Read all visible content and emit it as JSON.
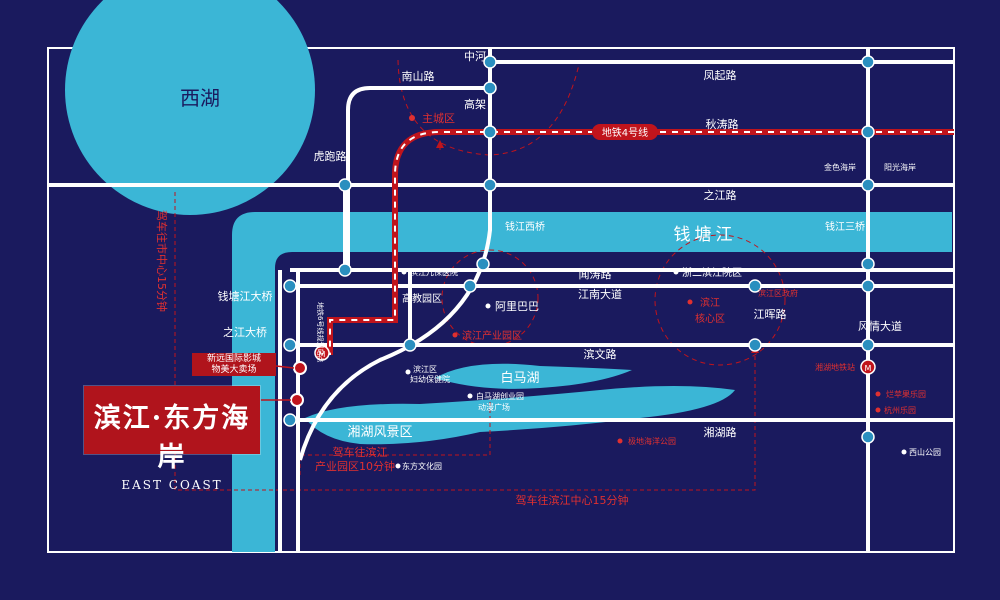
{
  "map": {
    "lake_west": "西湖",
    "river": "钱塘江",
    "lake_baima": "白马湖",
    "scenic_xianghu": "湘湖风景区"
  },
  "roads": {
    "nanshan": "南山路",
    "zhonghe_gaojia_1": "中河",
    "zhonghe_gaojia_2": "高架",
    "fengqi": "凤起路",
    "qiutao": "秋涛路",
    "hupao": "虎跑路",
    "zhijiang_north": "之江路",
    "qianjiang_west_bridge": "钱江西桥",
    "qianjiang_third_bridge": "钱江三桥",
    "wentao": "闻涛路",
    "jiangnan": "江南大道",
    "qiantang_bridge": "钱塘江大桥",
    "zhijiang_bridge": "之江大桥",
    "binwen": "滨文路",
    "jianghui": "江晖路",
    "fengqing": "风情大道",
    "xianghu_road": "湘湖路"
  },
  "metro": {
    "line4": "地铁4号线",
    "station_plan": "地铁6号线规划站点",
    "xianghu_station": "湘湖地铁站"
  },
  "poi": {
    "zhucheng": "主城区",
    "jinsehaian": "金色海岸",
    "yangguanghaian": "阳光海岸",
    "children_hospital": "滨江儿保医院",
    "zheer": "浙二滨江院区",
    "gov": "滨江区政府",
    "gaojiao": "高教园区",
    "alibaba": "阿里巴巴",
    "industrial": "滨江产业园区",
    "core": "滨江",
    "core2": "核心区",
    "maternity1": "滨江区",
    "maternity2": "妇幼保健院",
    "baima_park1": "白马湖创业园",
    "baima_park2": "动漫广场",
    "cinema1": "新远国际影城",
    "cinema2": "物美大卖场",
    "hainan_park": "极地海洋公园",
    "lanpingguo": "烂苹果乐园",
    "hangzhou_park": "杭州乐园",
    "xishan_park": "西山公园",
    "dongfang_culture": "东方文化园"
  },
  "drive": {
    "to_city": "驾车往市中心15分钟",
    "to_industrial_1": "驾车往滨江",
    "to_industrial_2": "产业园区10分钟",
    "to_center": "驾车往滨江中心15分钟"
  },
  "brand": {
    "title": "滨江·东方海岸",
    "subtitle": "EAST COAST"
  },
  "colors": {
    "background": "#1a1a5e",
    "water": "#3bb6d6",
    "road": "#ffffff",
    "node": "#2a8fbf",
    "metro": "#c0141c",
    "accent_red": "#e03030"
  }
}
